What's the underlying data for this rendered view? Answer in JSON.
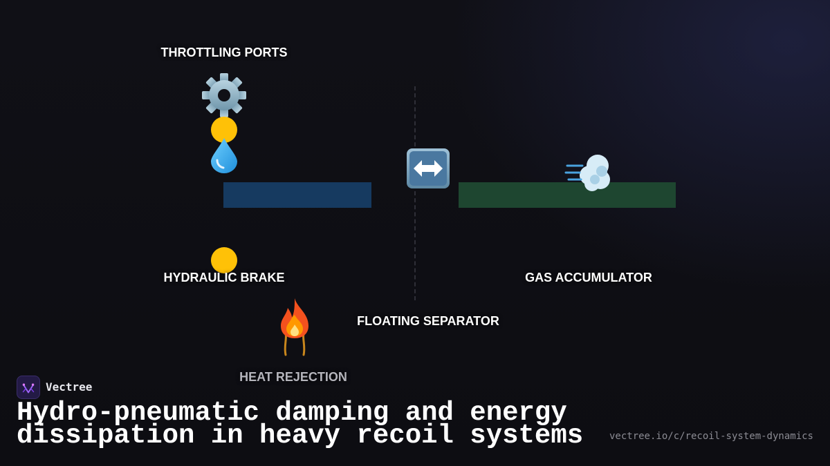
{
  "diagram": {
    "labels": {
      "throttling_ports": "THROTTLING PORTS",
      "hydraulic_brake": "HYDRAULIC BRAKE",
      "floating_separator": "FLOATING SEPARATOR",
      "gas_accumulator": "GAS ACCUMULATOR",
      "heat_rejection": "HEAT REJECTION"
    },
    "icons": {
      "throttling": "gear-icon",
      "fluid": "droplet-icon",
      "separator": "left-right-arrow-icon",
      "gas": "wind-icon",
      "heat": "fire-icon"
    },
    "colors": {
      "hydraulic_chamber": "#163a60",
      "gas_chamber": "#1e4630",
      "port_marker": "#ffc107",
      "divider": "#2f2f38",
      "label_text": "#ffffff",
      "dim_label_text": "#b5b5bc"
    }
  },
  "brand": {
    "name": "Vectree",
    "logo": "vectree-logo-icon",
    "accent": "#7b3fe4"
  },
  "footer": {
    "title": "Hydro-pneumatic damping and energy dissipation in heavy recoil systems",
    "url": "vectree.io/c/recoil-system-dynamics"
  }
}
